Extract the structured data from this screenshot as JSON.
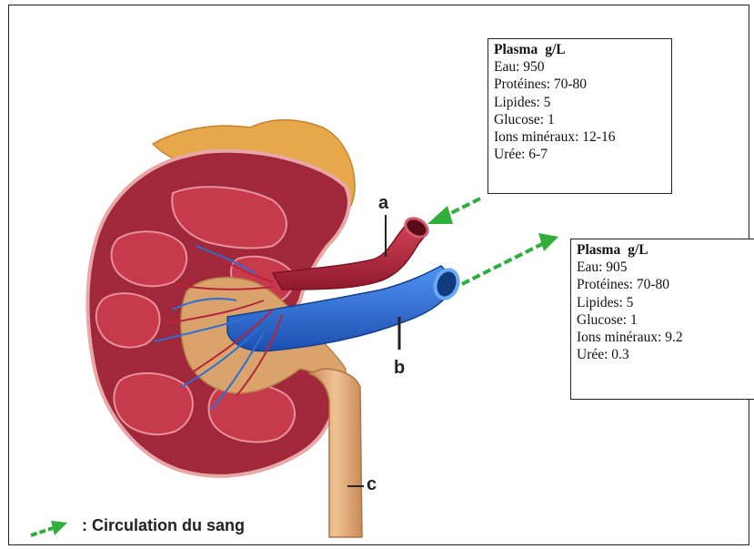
{
  "labels": {
    "a": "a",
    "b": "b",
    "c": "c"
  },
  "artery_box": {
    "title": "Plasma",
    "unit": "g/L",
    "rows": [
      "Eau: 950",
      "Protéines: 70-80",
      "Lipides: 5",
      "Glucose: 1",
      "Ions minéraux: 12-16",
      "Urée: 6-7"
    ]
  },
  "vein_box": {
    "title": "Plasma",
    "unit": "g/L",
    "rows": [
      "Eau: 905",
      "Protéines: 70-80",
      "Lipides: 5",
      "Glucose: 1",
      "Ions minéraux: 9.2",
      "Urée: 0.3"
    ]
  },
  "legend": {
    "text": ": Circulation du sang"
  },
  "colors": {
    "arrow": "#2fae3a",
    "artery": "#b8243a",
    "vein": "#2a6fd6",
    "ureter": "#e0ae7e",
    "cortex": "#a0283a",
    "fat": "#e6a84a"
  }
}
